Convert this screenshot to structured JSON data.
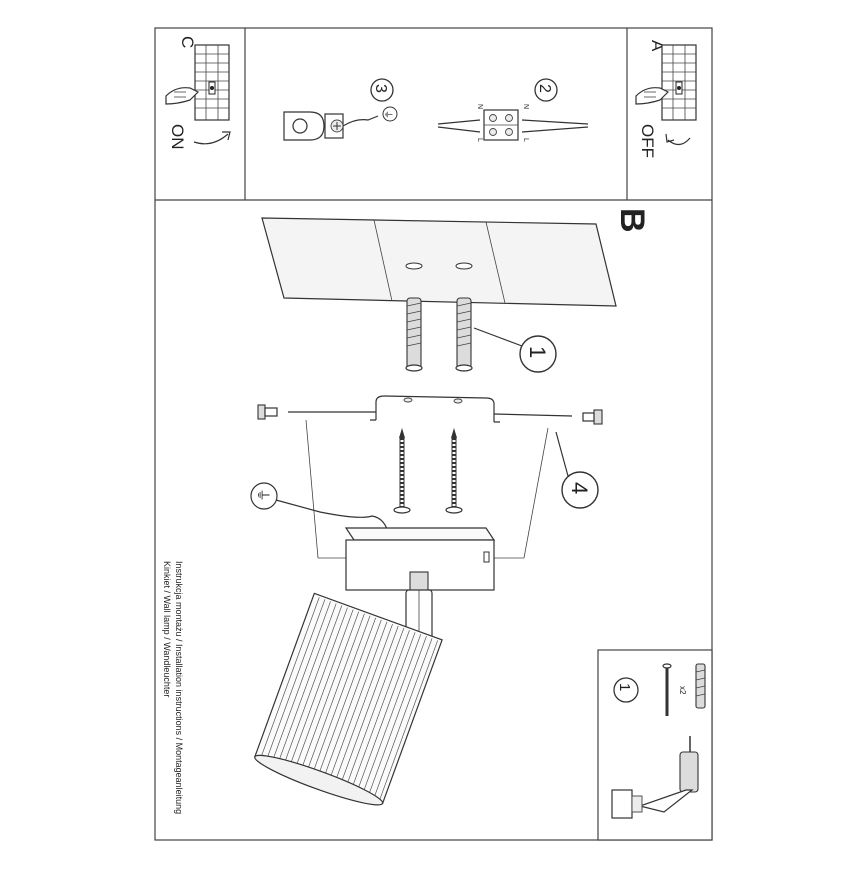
{
  "panels": {
    "a": {
      "letter": "A",
      "state": "OFF"
    },
    "c": {
      "letter": "C",
      "state": "ON"
    },
    "b": {
      "letter": "B"
    }
  },
  "steps": {
    "two": "2",
    "three": "3",
    "one": "1",
    "four": "4",
    "toolbox_one": "1"
  },
  "wiring": {
    "live_mark": "L",
    "neutral_mark": "N",
    "earth_symbol": "⏚"
  },
  "toolbox": {
    "quantity": "x2"
  },
  "caption": {
    "line1": "Instrukcja montażu / Installation instructions / Montageanleitung",
    "line2": "Kinkiet / Wall lamp / Wandleuchter"
  }
}
